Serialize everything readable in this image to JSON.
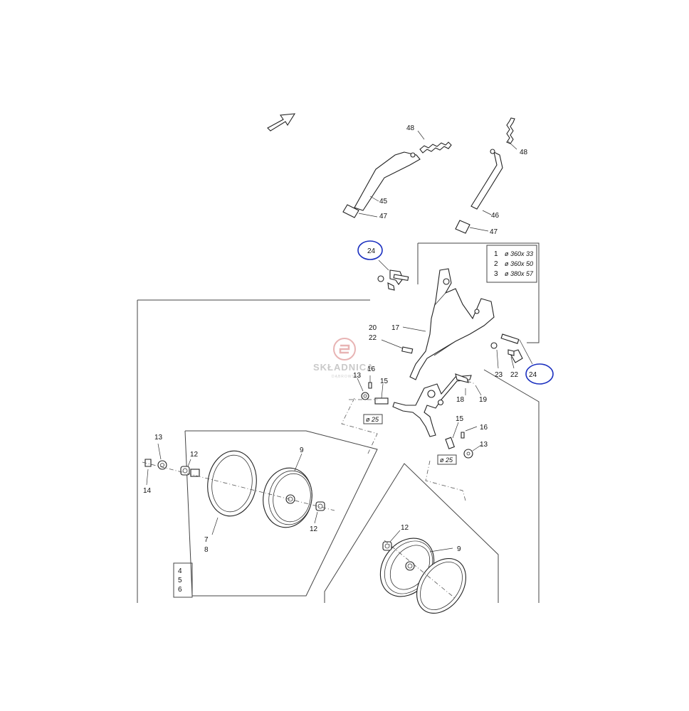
{
  "watermark": {
    "brand": "SKŁADNICA",
    "sub": "DĄBROWSKI"
  },
  "spec_table": {
    "rows": [
      {
        "num": "1",
        "size": "ø 360x 33"
      },
      {
        "num": "2",
        "size": "ø 360x 50"
      },
      {
        "num": "3",
        "size": "ø 380x 57"
      }
    ]
  },
  "kit_table": {
    "rows": [
      "4",
      "5",
      "6"
    ]
  },
  "diameters": {
    "d1": "ø 25",
    "d2": "ø 25"
  },
  "callouts": {
    "c48a": "48",
    "c48b": "48",
    "c45": "45",
    "c47a": "47",
    "c46": "46",
    "c47b": "47",
    "c24a": "24",
    "c24b": "24",
    "c17": "17",
    "c20": "20",
    "c22a": "22",
    "c23": "23",
    "c22b": "22",
    "c13a": "13",
    "c16a": "16",
    "c15a": "15",
    "c18": "18",
    "c19": "19",
    "c15b": "15",
    "c16b": "16",
    "c13b": "13",
    "c13c": "13",
    "c12a": "12",
    "c9a": "9",
    "c14": "14",
    "c12b": "12",
    "c7": "7",
    "c8": "8",
    "c12c": "12",
    "c9b": "9"
  }
}
